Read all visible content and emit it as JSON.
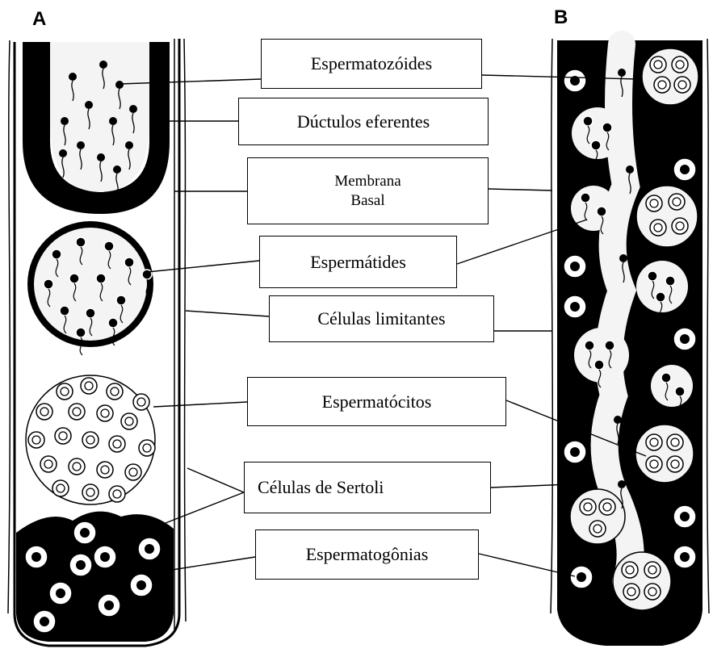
{
  "panels": {
    "a": "A",
    "b": "B"
  },
  "labels": {
    "spermatozoa": "Espermatozóides",
    "efferent_ductules": "Dúctulos eferentes",
    "basal_membrane_line1": "Membrana",
    "basal_membrane_line2": "Basal",
    "spermatids": "Espermátides",
    "limiting_cells": "Células limitantes",
    "spermatocytes": "Espermatócitos",
    "sertoli_cells": "Células de Sertoli",
    "spermatogonia": "Espermatogônias"
  }
}
